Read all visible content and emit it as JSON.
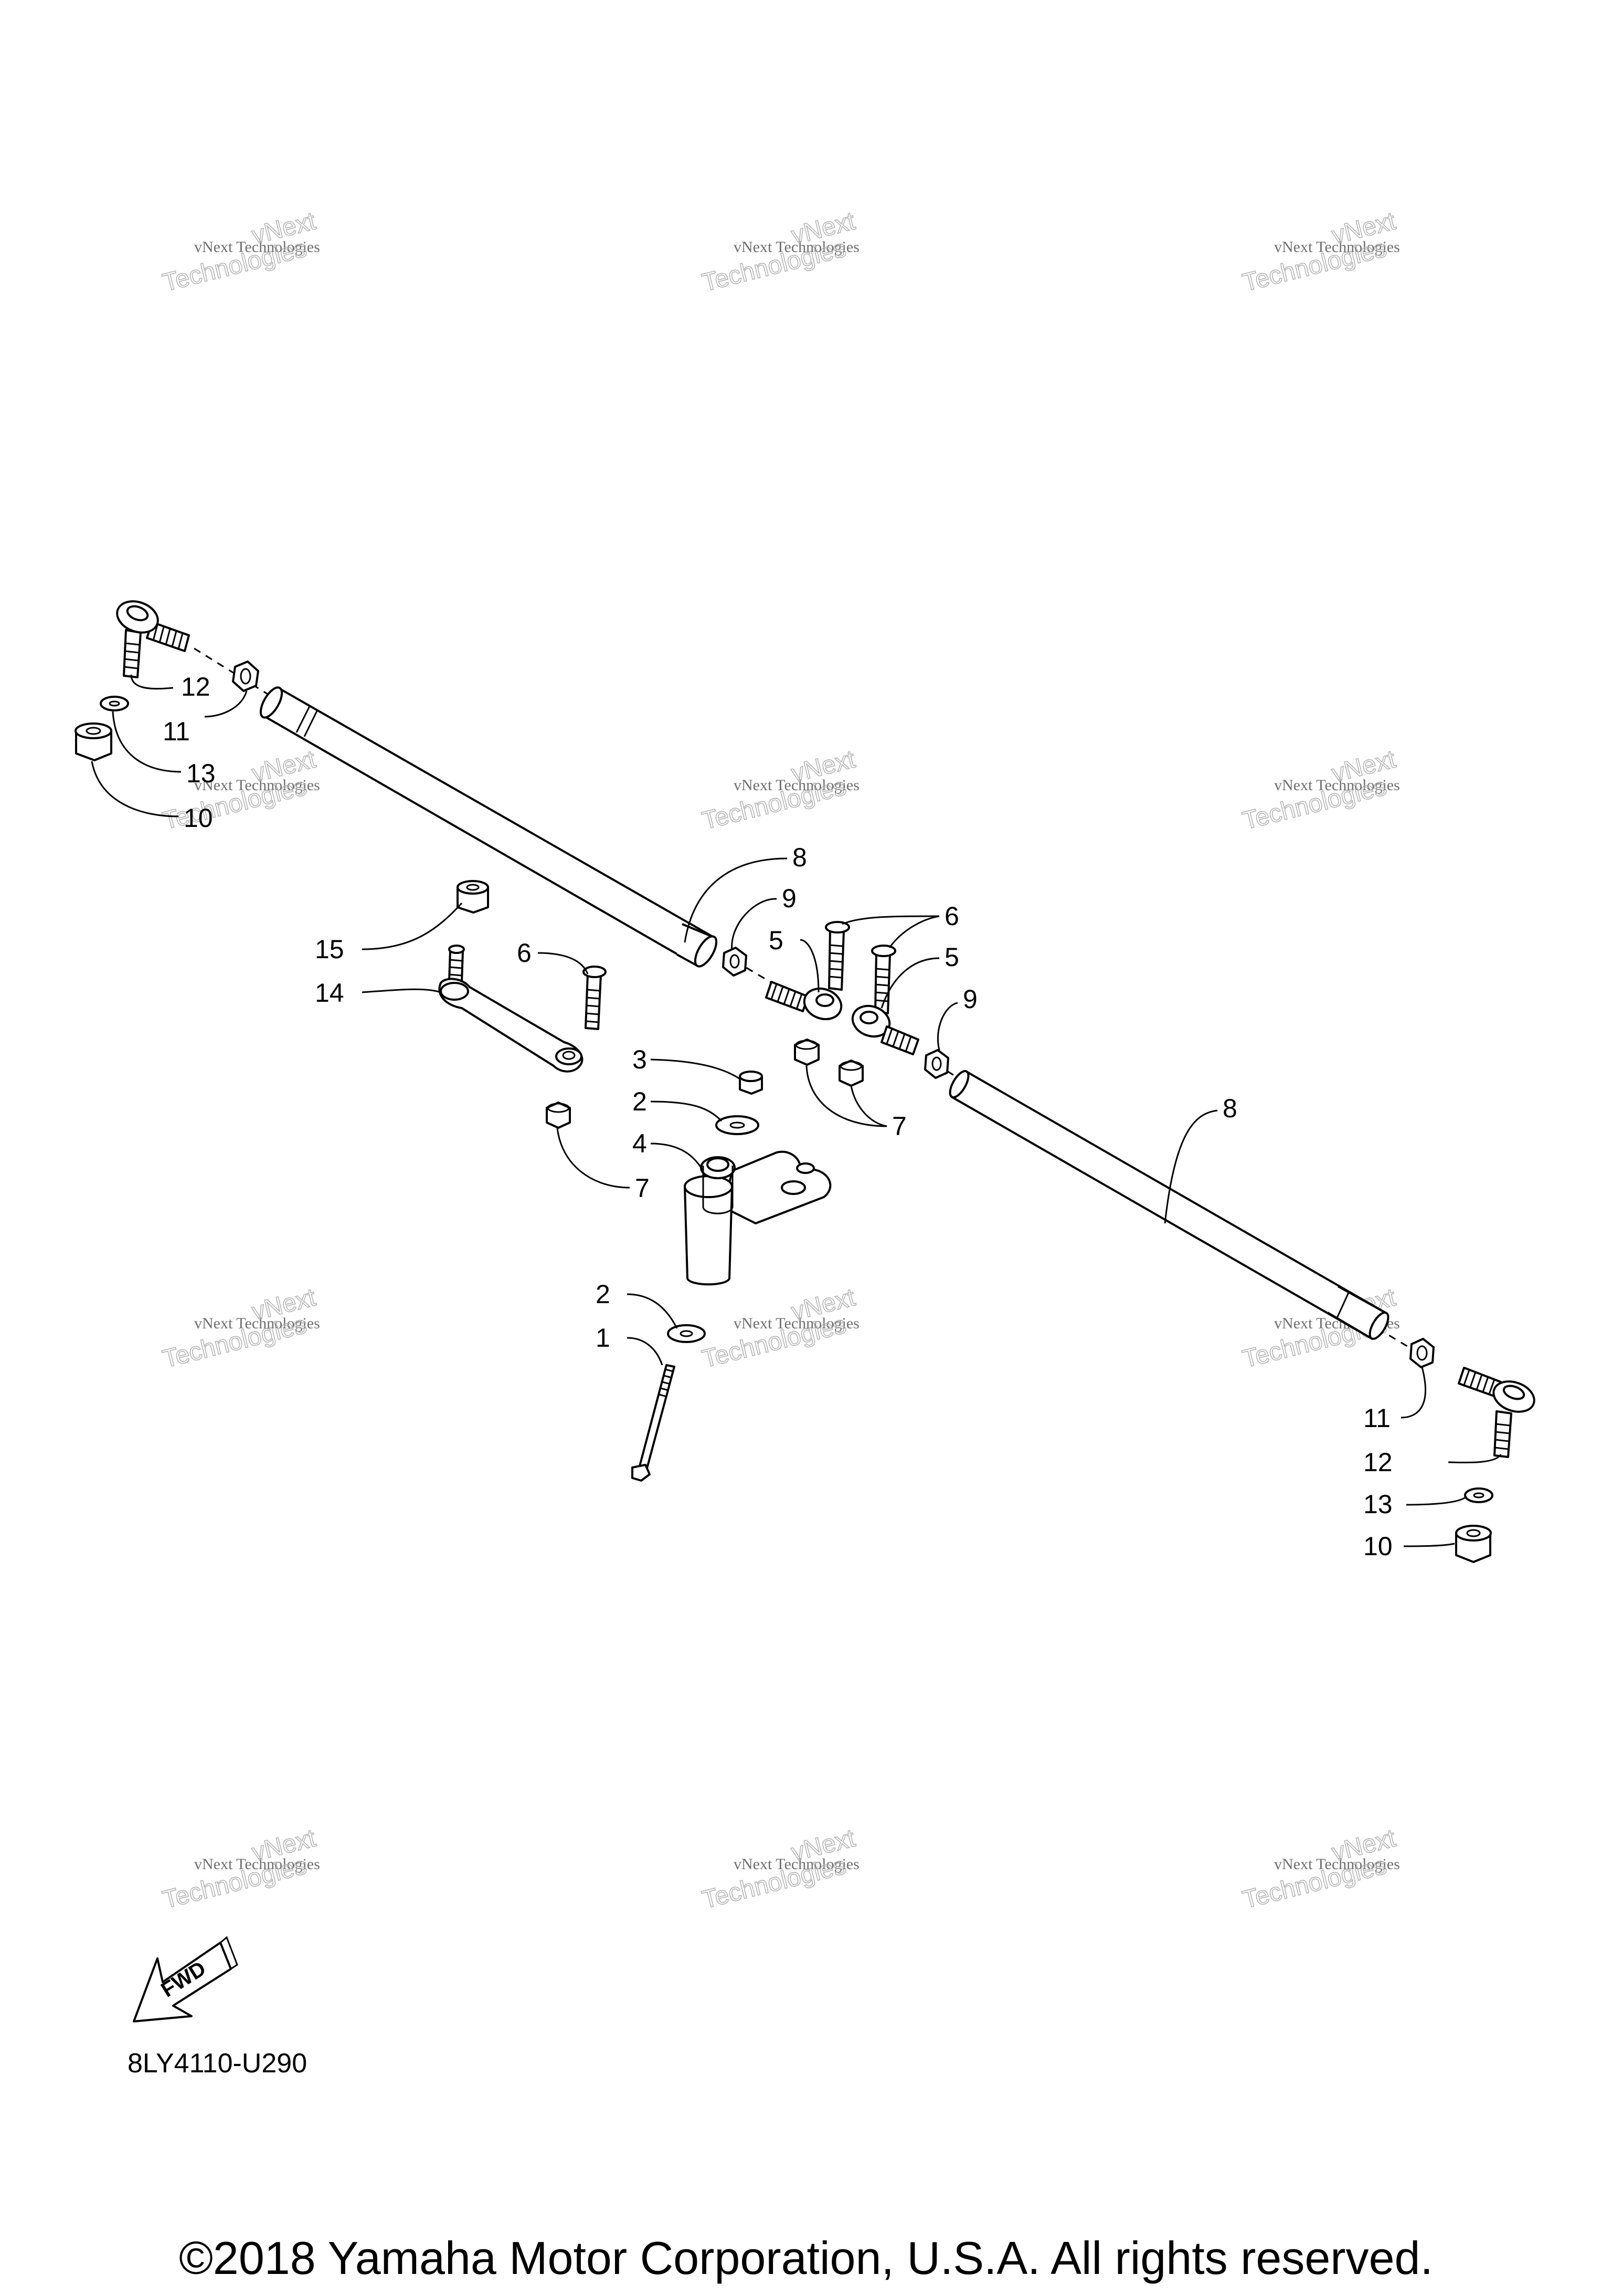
{
  "diagram_code": "8LY4110-U290",
  "copyright": "©2018 Yamaha Motor Corporation, U.S.A. All rights reserved.",
  "watermark": {
    "line1": "vNext Technologies",
    "line2": "vNext",
    "line3": "Technologies"
  },
  "fwd_label": "FWD",
  "callouts": {
    "c1": "1",
    "c2a": "2",
    "c2b": "2",
    "c3": "3",
    "c4": "4",
    "c5a": "5",
    "c5b": "5",
    "c6a": "6",
    "c6b": "6",
    "c7a": "7",
    "c7b": "7",
    "c7c": "7",
    "c8a": "8",
    "c8b": "8",
    "c9a": "9",
    "c9b": "9",
    "c10a": "10",
    "c10b": "10",
    "c11a": "11",
    "c11b": "11",
    "c12a": "12",
    "c12b": "12",
    "c13a": "13",
    "c13b": "13",
    "c14": "14",
    "c15": "15"
  }
}
